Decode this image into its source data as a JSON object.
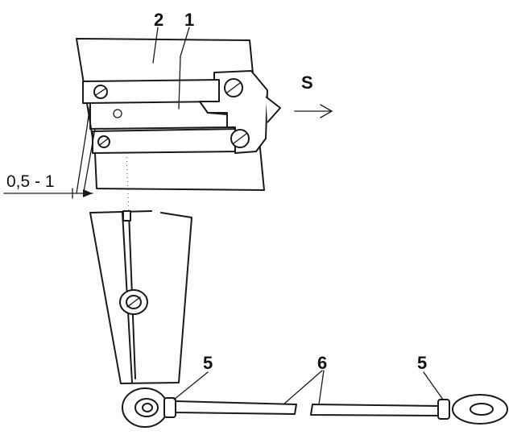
{
  "labels": {
    "part_1": "1",
    "part_2": "2",
    "part_5_left": "5",
    "part_5_right": "5",
    "part_6": "6",
    "direction_s": "S",
    "gap_dimension": "0,5 - 1"
  },
  "colors": {
    "ink": "#1a1a1a",
    "background": "#ffffff"
  }
}
